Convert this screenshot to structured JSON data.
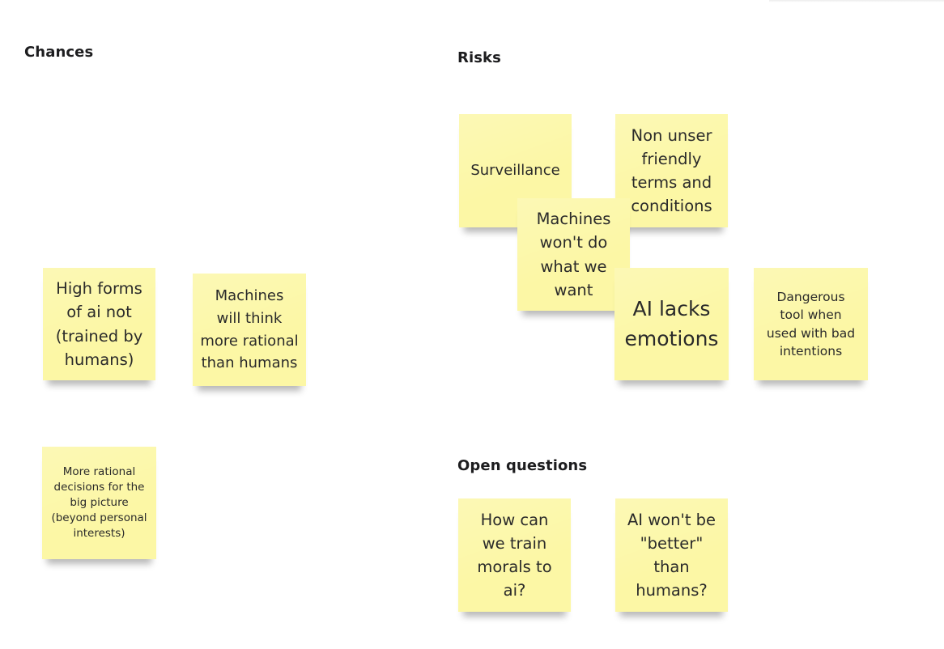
{
  "sections": {
    "chances": "Chances",
    "risks": "Risks",
    "open_questions": "Open questions"
  },
  "notes": {
    "high_forms": "High forms\nof ai not\n(trained by\nhumans)",
    "machines_think": "Machines\nwill think\nmore rational\nthan humans",
    "rational_decisions": "More rational\ndecisions for the\nbig picture\n(beyond personal\ninterests)",
    "surveillance": "Surveillance",
    "terms_conditions": "Non unser\nfriendly\nterms and\nconditions",
    "machines_wont": "Machines\nwon't do\nwhat we\nwant",
    "ai_lacks_emotions": "AI lacks\nemotions",
    "dangerous_tool": "Dangerous\ntool when\nused with bad\nintentions",
    "train_morals": "How can\nwe train\nmorals to\nai?",
    "ai_better": "AI won't be\n\"better\"\nthan\nhumans?"
  },
  "colors": {
    "sticky_note": "#fcf7a5",
    "background": "#ffffff"
  }
}
